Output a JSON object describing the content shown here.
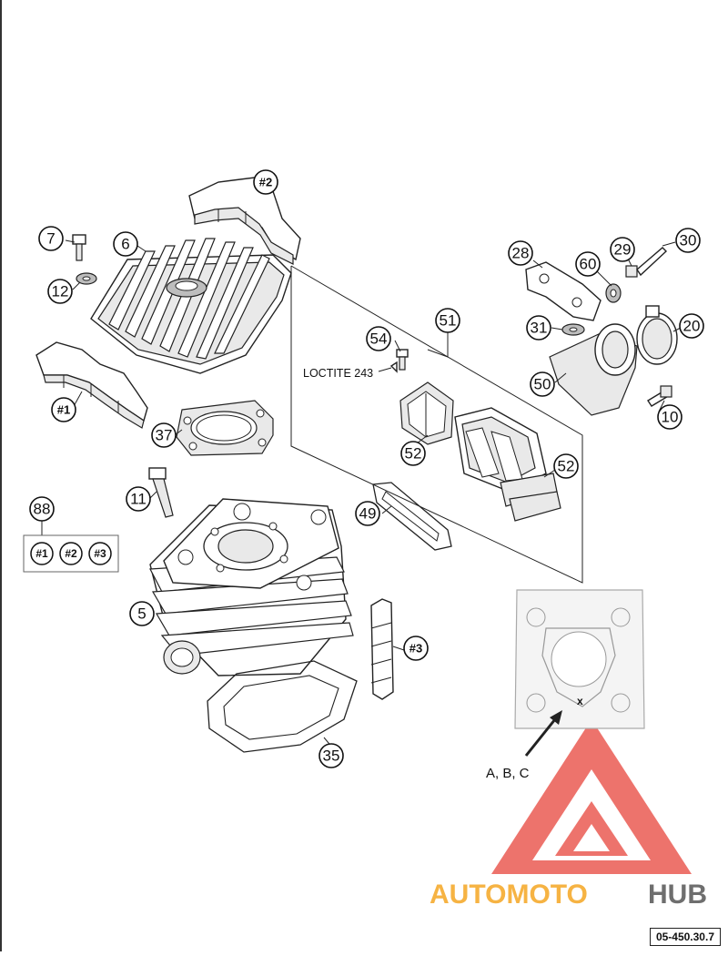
{
  "callouts": {
    "c2": "#2",
    "c1": "#1",
    "c3": "#3",
    "c7": "7",
    "c6": "6",
    "c12": "12",
    "c37": "37",
    "c11": "11",
    "c88": "88",
    "k1": "#1",
    "k2": "#2",
    "k3": "#3",
    "c5": "5",
    "c35": "35",
    "c49": "49",
    "c51": "51",
    "c54": "54",
    "c52a": "52",
    "c52b": "52",
    "c28": "28",
    "c60": "60",
    "c29": "29",
    "c30": "30",
    "c31": "31",
    "c20": "20",
    "c50": "50",
    "c10": "10"
  },
  "labels": {
    "loctite": "LOCTITE 243",
    "detail": "A, B, C",
    "detail_mark": "x"
  },
  "watermark": {
    "part1": "AUTOMOTO",
    "part2": "HUB",
    "color1": "#f5a623",
    "color2": "#555555",
    "logo_color": "#e8453c"
  },
  "ref_code": "05-450.30.7"
}
